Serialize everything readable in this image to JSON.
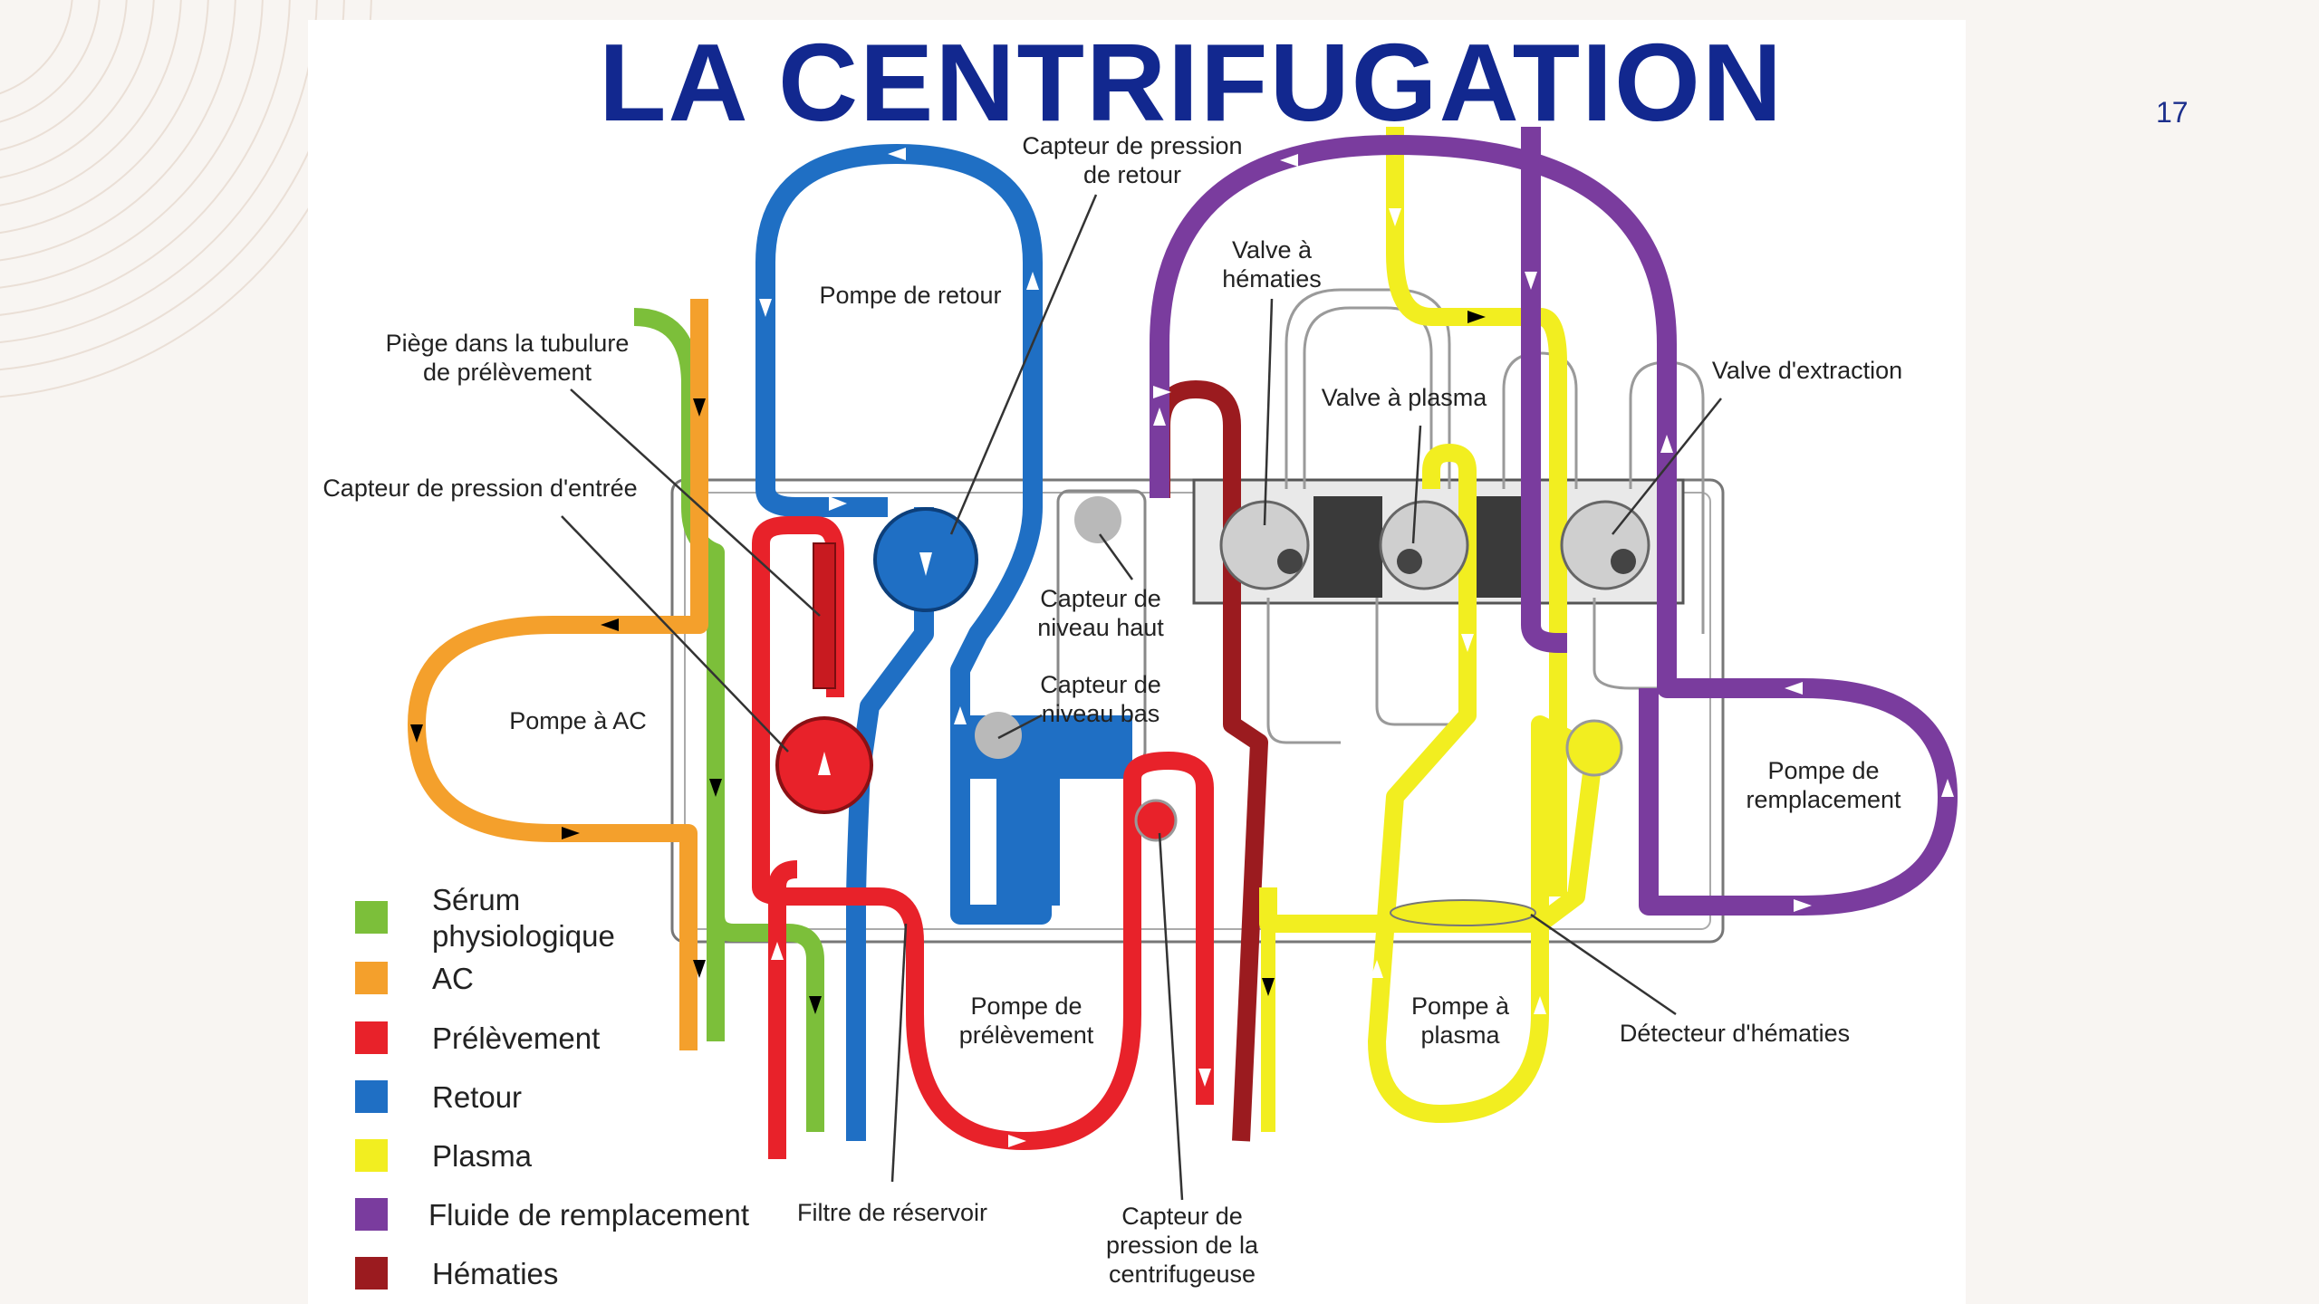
{
  "slide": {
    "title": "LA CENTRIFUGATION",
    "page_number": "17"
  },
  "labels": {
    "capteur_pression_retour": [
      "Capteur de pression",
      "de retour"
    ],
    "pompe_retour": [
      "Pompe  de retour"
    ],
    "piege": [
      "Piège dans la tubulure",
      "de prélèvement"
    ],
    "capteur_pression_entree": [
      "Capteur de pression d'entrée"
    ],
    "pompe_ac": [
      "Pompe à AC"
    ],
    "capteur_niveau_haut": [
      "Capteur de",
      "niveau haut"
    ],
    "capteur_niveau_bas": [
      "Capteur de",
      "niveau bas"
    ],
    "valve_hematies": [
      "Valve à",
      "hématies"
    ],
    "valve_plasma": [
      "Valve à plasma"
    ],
    "valve_extraction": [
      "Valve d'extraction"
    ],
    "pompe_remplacement": [
      "Pompe de",
      "remplacement"
    ],
    "pompe_prelevement": [
      "Pompe de",
      "prélèvement"
    ],
    "pompe_plasma": [
      "Pompe à",
      "plasma"
    ],
    "detecteur_hematies": [
      "Détecteur d'hématies"
    ],
    "filtre_reservoir": [
      "Filtre de réservoir"
    ],
    "capteur_pression_centrifugeuse": [
      "Capteur de",
      "pression de la",
      "centrifugeuse"
    ]
  },
  "legend": [
    {
      "lines": [
        "Sérum",
        "physiologique"
      ],
      "color": "#7cbf3a"
    },
    {
      "lines": [
        "AC"
      ],
      "color": "#f4a02c"
    },
    {
      "lines": [
        "Prélèvement"
      ],
      "color": "#e8222a"
    },
    {
      "lines": [
        "Retour"
      ],
      "color": "#1f6fc4"
    },
    {
      "lines": [
        "Plasma"
      ],
      "color": "#f2ee20"
    },
    {
      "lines": [
        "Fluide de remplacement"
      ],
      "color": "#7a3c9e"
    },
    {
      "lines": [
        "Hématies"
      ],
      "color": "#9b1b1f"
    }
  ],
  "colors": {
    "title": "#12288f",
    "serum": "#7cbf3a",
    "ac": "#f4a02c",
    "prelevement": "#e8222a",
    "retour": "#1f6fc4",
    "plasma": "#f2ee20",
    "remplacement": "#7a3c9e",
    "hematies": "#9b1b1f"
  }
}
